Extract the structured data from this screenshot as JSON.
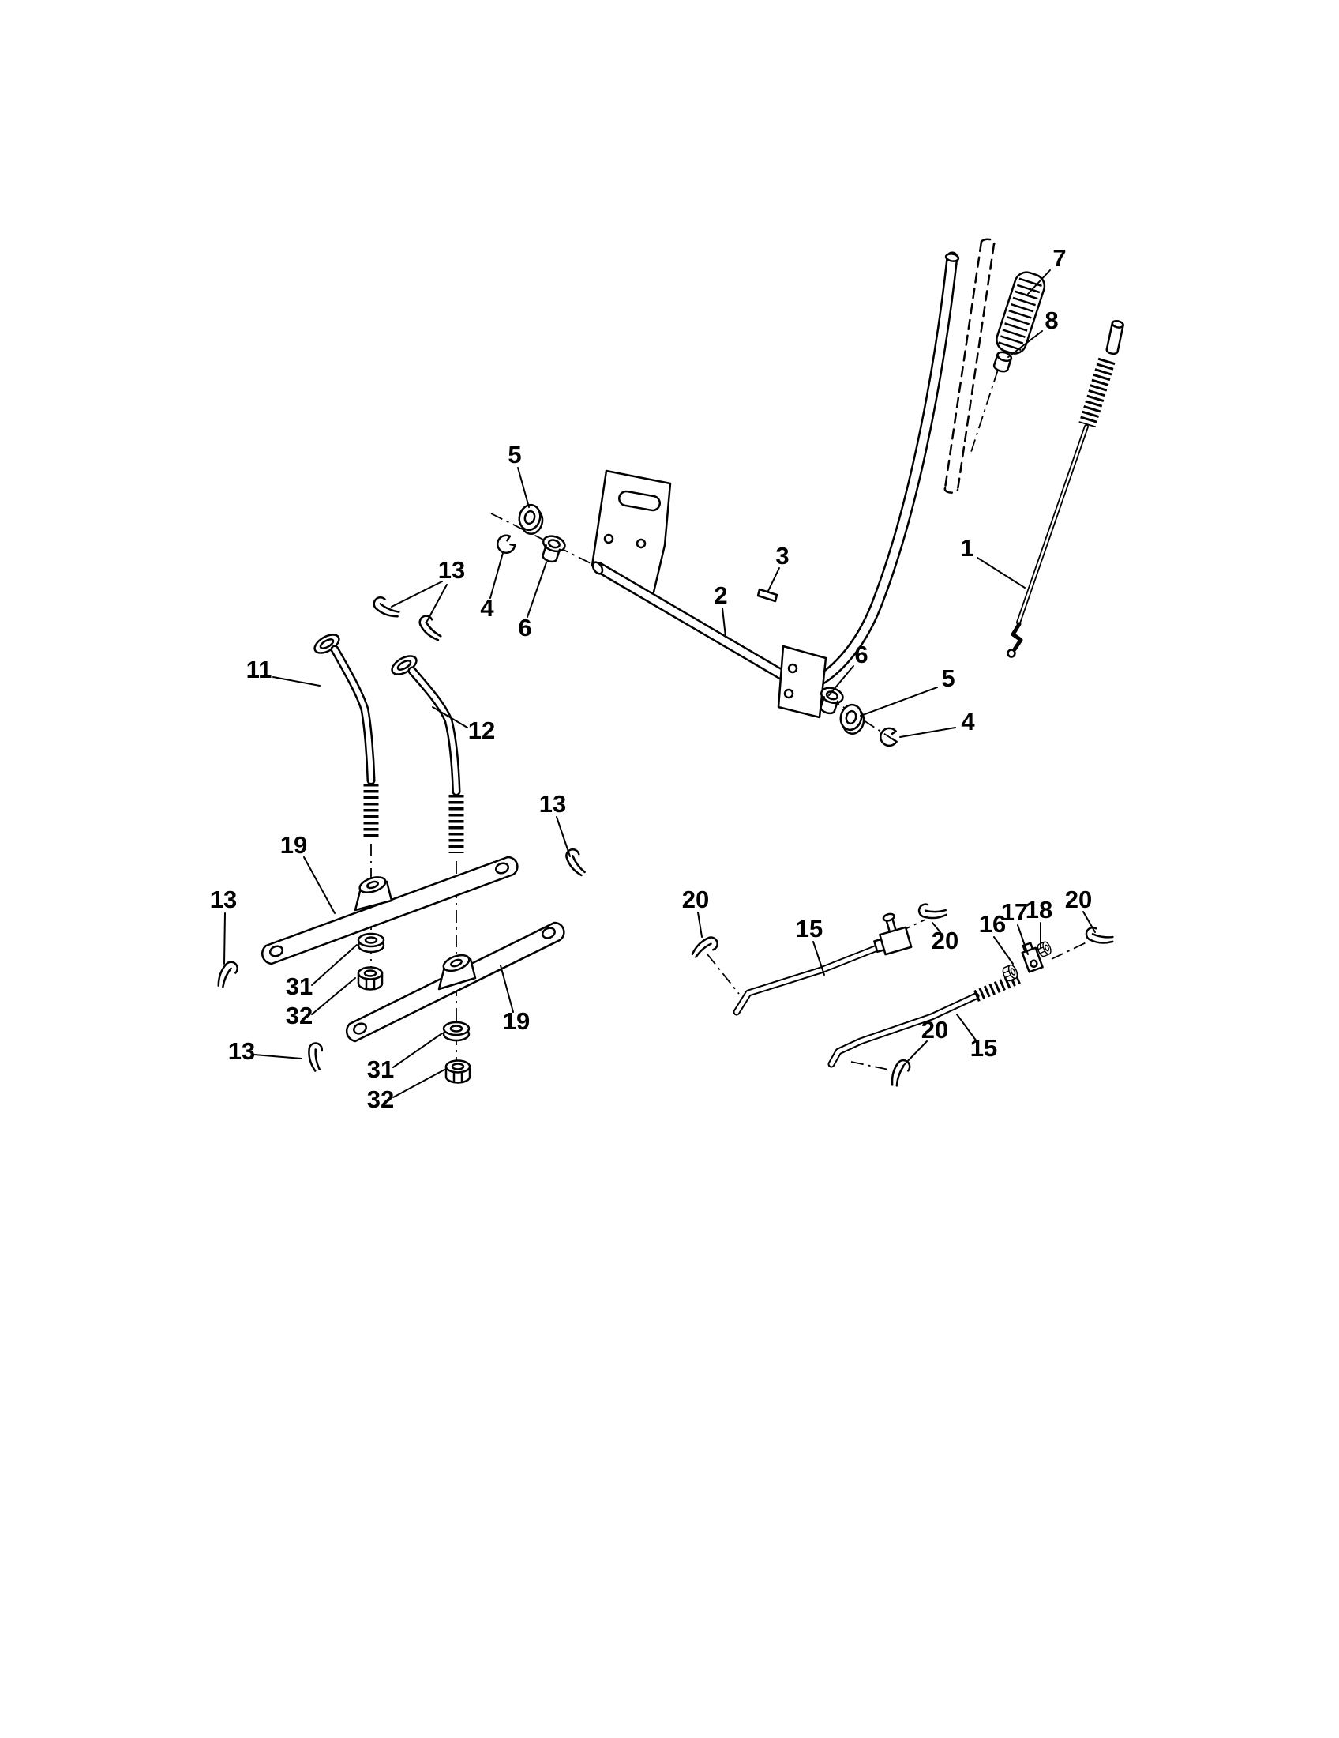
{
  "canvas": {
    "background": "#ffffff",
    "ink": "#000000"
  },
  "callouts": [
    {
      "label": "5"
    },
    {
      "label": "13"
    },
    {
      "label": "4"
    },
    {
      "label": "6"
    },
    {
      "label": "3"
    },
    {
      "label": "2"
    },
    {
      "label": "7"
    },
    {
      "label": "8"
    },
    {
      "label": "1"
    },
    {
      "label": "11"
    },
    {
      "label": "12"
    },
    {
      "label": "6"
    },
    {
      "label": "5"
    },
    {
      "label": "4"
    },
    {
      "label": "13"
    },
    {
      "label": "19"
    },
    {
      "label": "13"
    },
    {
      "label": "20"
    },
    {
      "label": "15"
    },
    {
      "label": "20"
    },
    {
      "label": "16"
    },
    {
      "label": "17"
    },
    {
      "label": "18"
    },
    {
      "label": "20"
    },
    {
      "label": "31"
    },
    {
      "label": "32"
    },
    {
      "label": "19"
    },
    {
      "label": "13"
    },
    {
      "label": "31"
    },
    {
      "label": "32"
    },
    {
      "label": "20"
    },
    {
      "label": "15"
    }
  ]
}
